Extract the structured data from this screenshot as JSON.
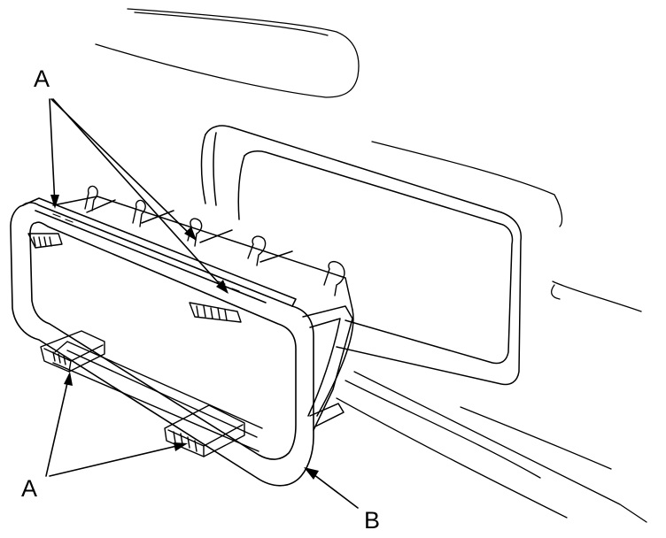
{
  "diagram": {
    "callouts": {
      "a_top": "A",
      "a_bottom": "A",
      "b": "B"
    },
    "colors": {
      "line": "#000000",
      "background": "#ffffff"
    }
  }
}
